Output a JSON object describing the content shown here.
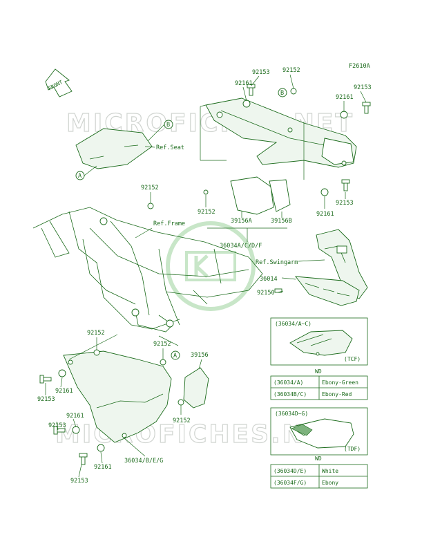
{
  "figure_code": "F2610A",
  "front_arrow": "FRONT",
  "watermark": "MICROFICHES.NET",
  "callouts": {
    "c92153_top": "92153",
    "c92152_top": "92152",
    "c92161_top": "92161",
    "cB_top": "B",
    "c92161_topright": "92161",
    "c92153_topright": "92153",
    "cB_seat": "B",
    "ref_seat": "Ref.Seat",
    "cA_seat": "A",
    "c92152_mid": "92152",
    "c92152_left": "92152",
    "c39156A": "39156A",
    "c39156B": "39156B",
    "c92161_mid": "92161",
    "c92153_mid": "92153",
    "ref_frame": "Ref.Frame",
    "c36034ACDF": "36034A/C/D/F",
    "ref_swingarm": "Ref.Swingarm",
    "c36014": "36014",
    "c92150": "92150",
    "c92152_low1": "92152",
    "c92152_low2": "92152",
    "cA_low": "A",
    "c39156": "39156",
    "c92161_low1": "92161",
    "c92153_low1": "92153",
    "c92161_low2": "92161",
    "c92153_low2": "92153",
    "c92152_low3": "92152",
    "c36034BEG": "36034/B/E/G",
    "c92161_low3": "92161",
    "c92153_low3": "92153"
  },
  "variant_boxes": [
    {
      "header": "(36034/A~C)",
      "code": "(TCF)",
      "subtitle": "WD",
      "rows": [
        {
          "part": "(36034/A)",
          "color": "Ebony-Green"
        },
        {
          "part": "(36034B/C)",
          "color": "Ebony-Red"
        }
      ]
    },
    {
      "header": "(36034D~G)",
      "code": "(TDF)",
      "subtitle": "WD",
      "rows": [
        {
          "part": "(36034D/E)",
          "color": "White"
        },
        {
          "part": "(36034F/G)",
          "color": "Ebony"
        }
      ]
    }
  ],
  "colors": {
    "line": "#1a6a1a",
    "watermark": "#d0d4d0",
    "logo": "#c8e6c8"
  }
}
